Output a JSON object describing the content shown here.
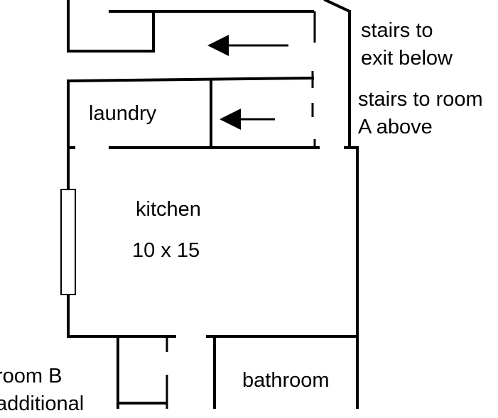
{
  "rooms": {
    "laundry": "laundry",
    "kitchen": "kitchen",
    "kitchen_size": "10 x 15",
    "bathroom": "bathroom",
    "room_b_line1": "room B",
    "room_b_line2": "additional"
  },
  "notes": {
    "stairs_exit_line1": "stairs to",
    "stairs_exit_line2": "exit below",
    "stairs_room_a_line1": "stairs to room",
    "stairs_room_a_line2": "A above"
  },
  "icons": {
    "upper_arrow": "arrow-left-icon",
    "lower_arrow": "arrow-left-icon"
  }
}
